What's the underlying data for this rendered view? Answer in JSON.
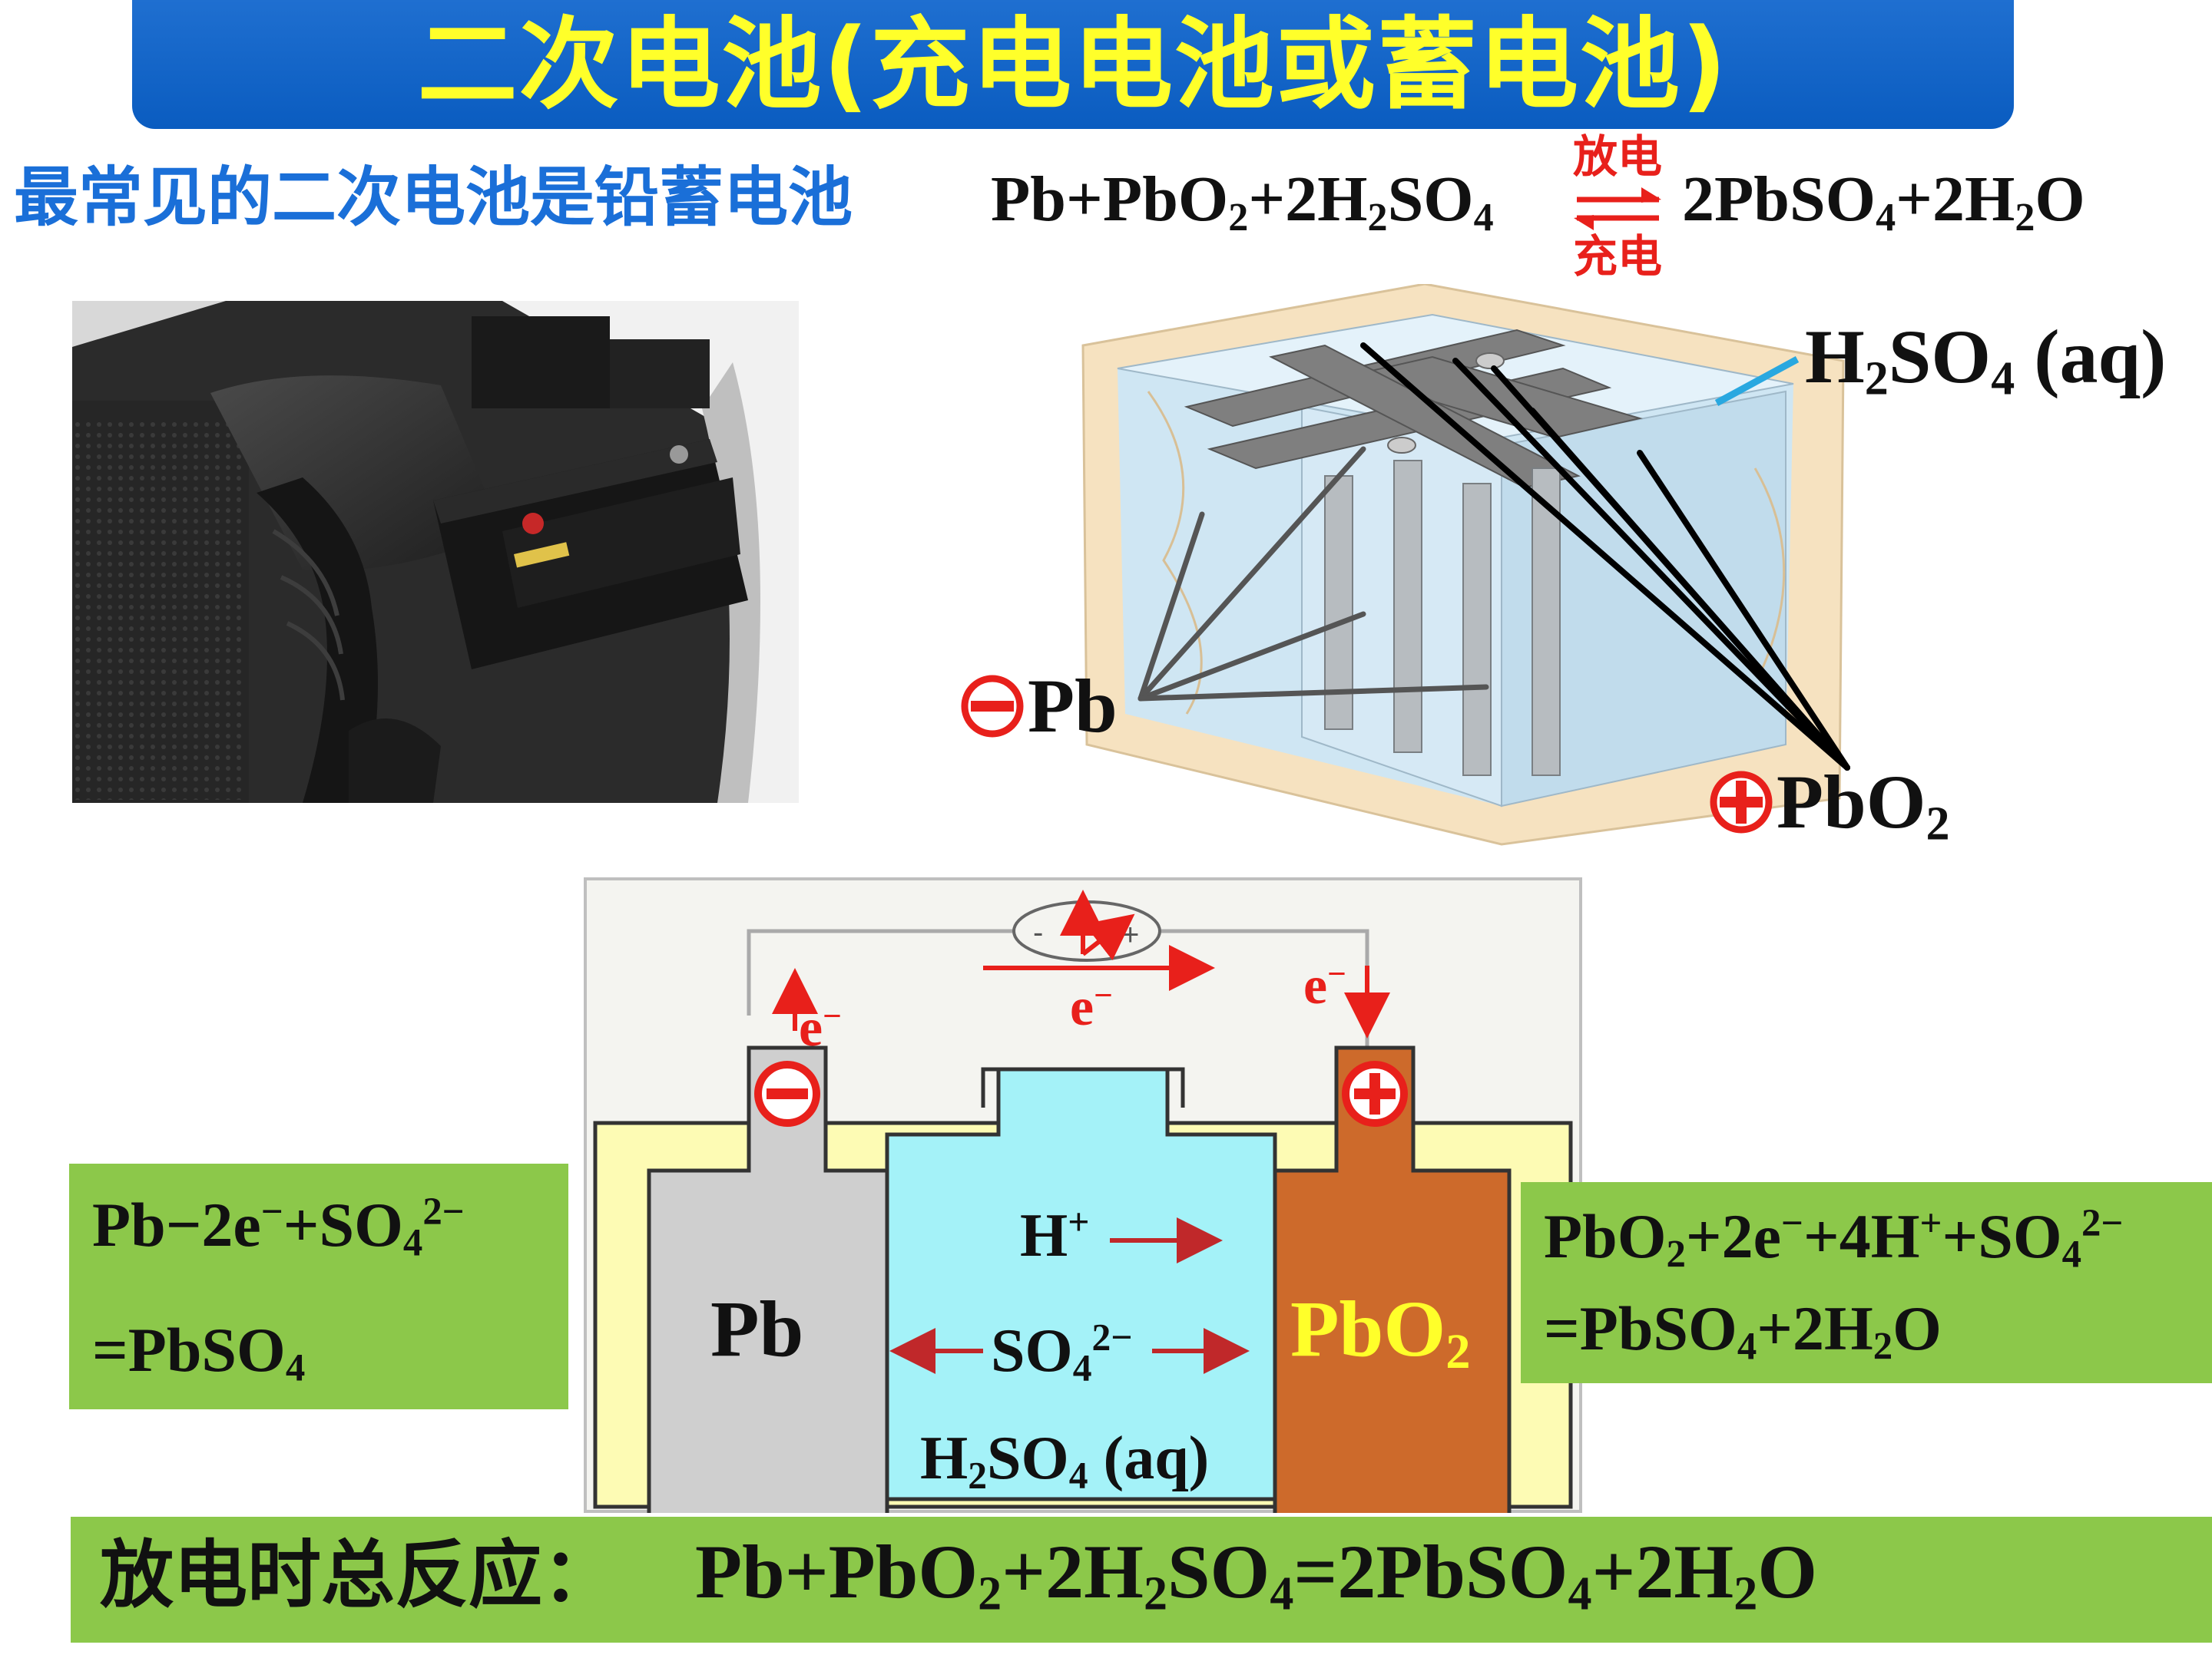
{
  "title": "二次电池(充电电池或蓄电池)",
  "subtitle": "最常见的二次电池是铅蓄电池",
  "equation": {
    "left": [
      "Pb+PbO",
      "2",
      "+2H",
      "2",
      "SO",
      "4"
    ],
    "right": [
      "2PbSO",
      "4",
      "+2H",
      "2",
      "O"
    ],
    "discharge": "放电",
    "charge": "充电"
  },
  "diagram1": {
    "h2so4": [
      "H",
      "2",
      "SO",
      "4",
      " (aq)"
    ],
    "neg_electrode": "Pb",
    "pos_electrode": [
      "PbO",
      "2"
    ]
  },
  "diagram2": {
    "pb": "Pb",
    "pbo2": [
      "PbO",
      "2"
    ],
    "hplus": [
      "H",
      "+"
    ],
    "so4": [
      "SO",
      "4",
      "2−"
    ],
    "h2so4": [
      "H",
      "2",
      "SO",
      "4",
      " (aq)"
    ],
    "electron": [
      "e",
      "−"
    ]
  },
  "left_box": {
    "line1": [
      "Pb−2e",
      "−",
      "+SO",
      "4",
      "2−"
    ],
    "line2": [
      "=PbSO",
      "4"
    ]
  },
  "right_box": {
    "line1": [
      "PbO",
      "2",
      "+2e",
      "−",
      "+4H",
      "+",
      "+SO",
      "4",
      "2−"
    ],
    "line2": [
      "=PbSO",
      "4",
      "+2H",
      "2",
      "O"
    ]
  },
  "bottom": {
    "label": "放电时总反应：",
    "equation": [
      "Pb+PbO",
      "2",
      "+2H",
      "2",
      "SO",
      "4",
      "=2PbSO",
      "4",
      "+2H",
      "2",
      "O"
    ]
  },
  "colors": {
    "title_bg": "#0a5cc0",
    "title_text": "#ffff2a",
    "subtitle": "#1a6fd8",
    "red": "#e8201b",
    "green_box": "#8cc84a"
  }
}
